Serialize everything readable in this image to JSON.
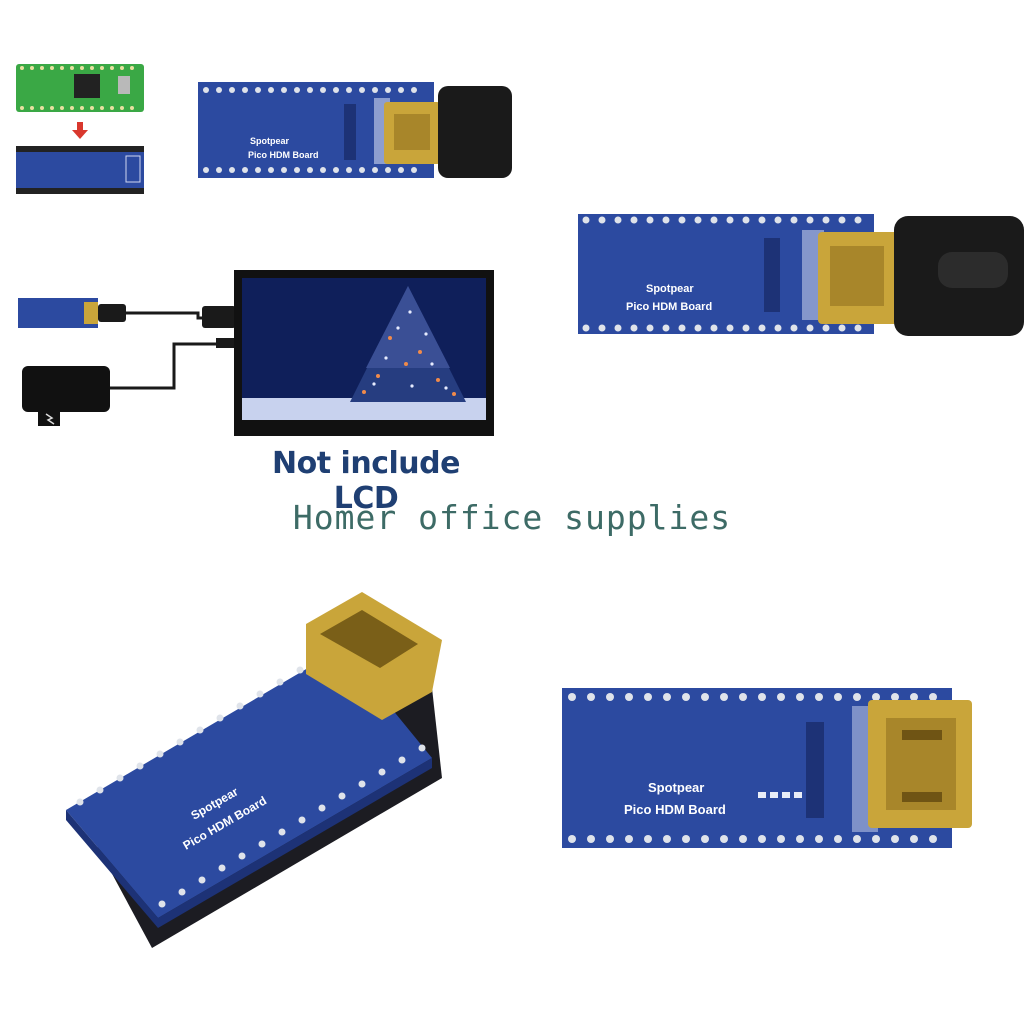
{
  "board": {
    "brand": "Spotpear",
    "name": "Pico HDM Board"
  },
  "lcd_note": "Not include LCD",
  "watermark": "Homer office supplies",
  "icons": {
    "pico": "raspberry-pi-pico-icon",
    "arrow": "down-arrow-icon",
    "adapter": "power-adapter-icon",
    "monitor": "lcd-monitor-icon",
    "hdmi": "hdmi-connector-icon"
  },
  "colors": {
    "pcb_blue": "#2c4aa0",
    "pcb_dark": "#1d3276",
    "pico_green": "#3aa845",
    "gold": "#c9a53a",
    "cable": "#1a1a1a",
    "caption": "#1f3f73",
    "watermark": "#3d6b66"
  }
}
